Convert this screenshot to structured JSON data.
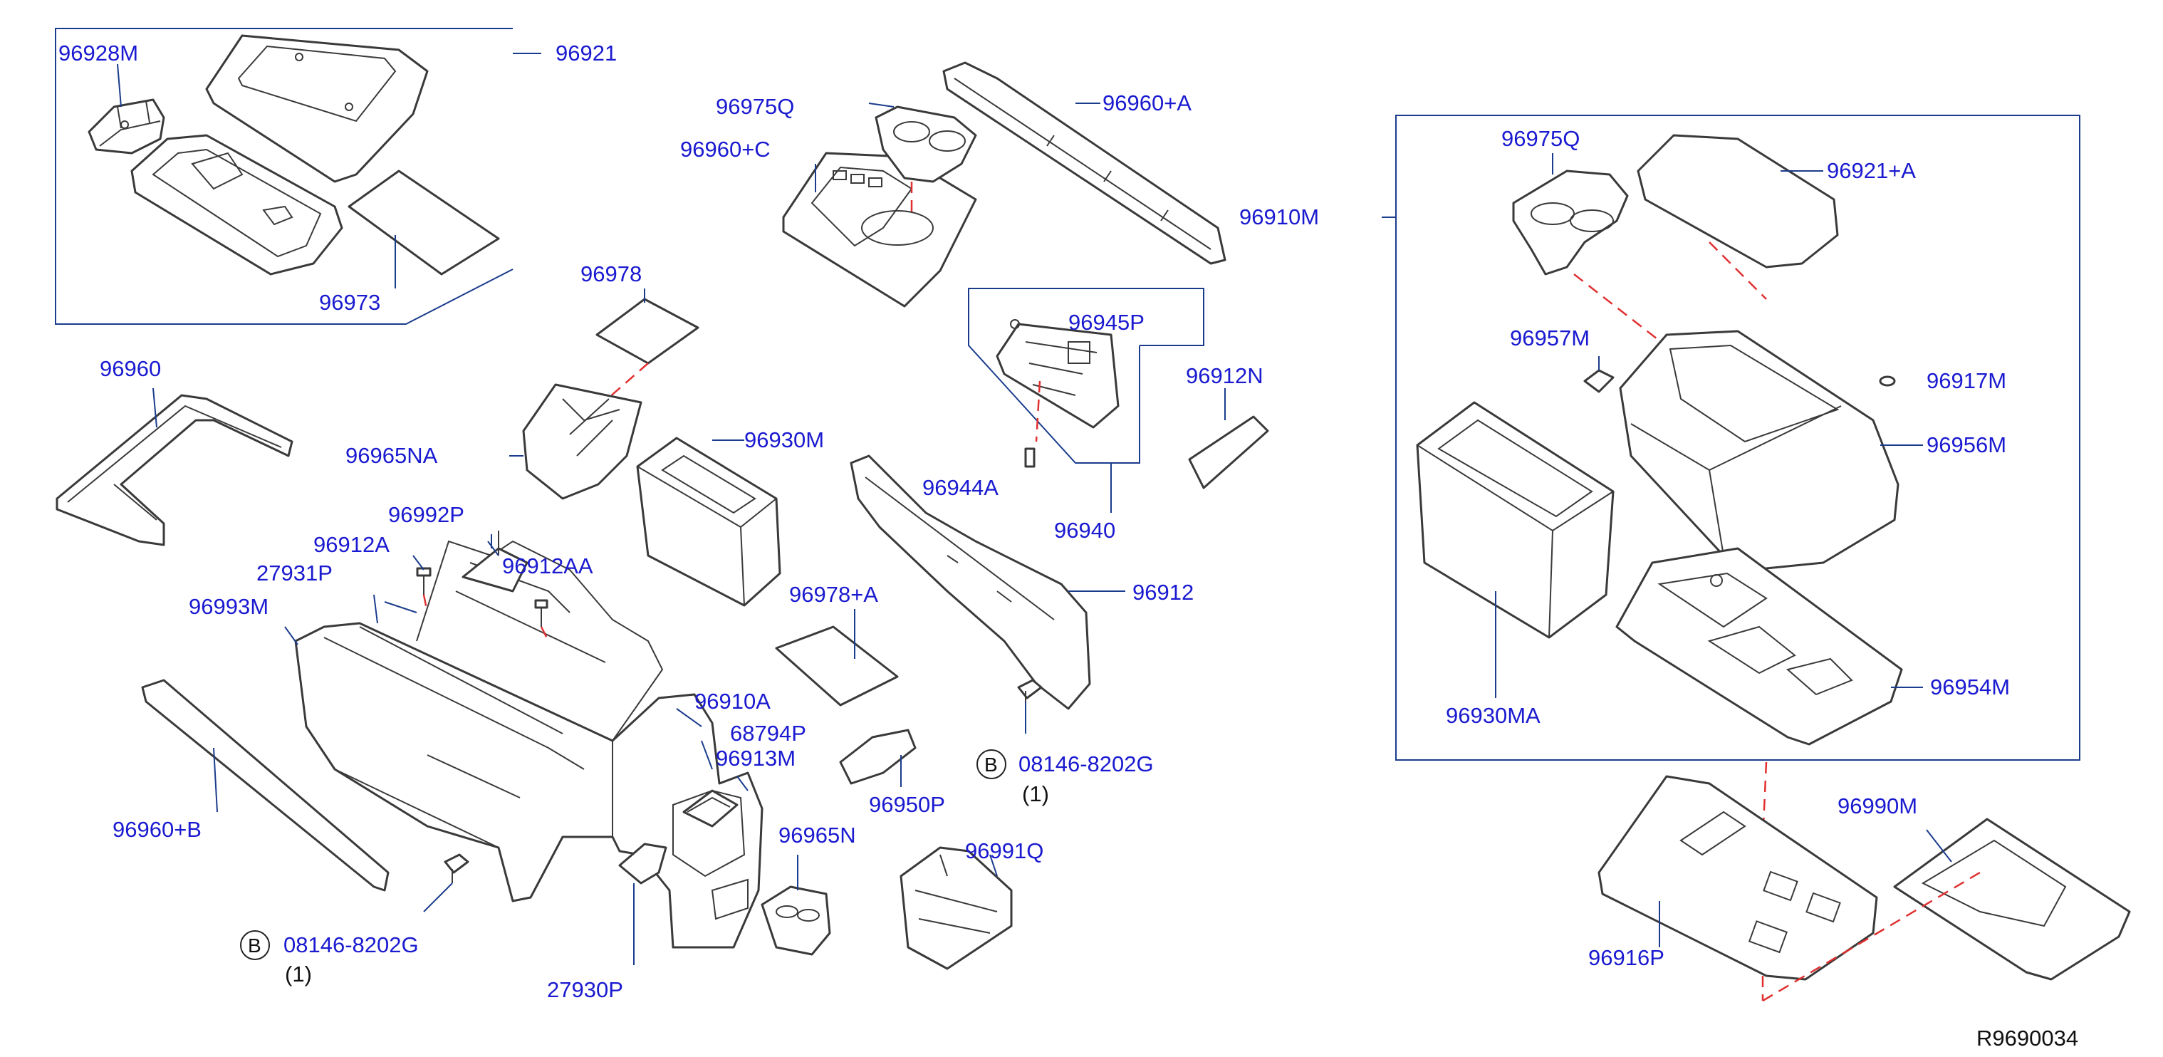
{
  "diagram_id": "R9690034",
  "labels": {
    "p96928M": "96928M",
    "p96921": "96921",
    "p96973": "96973",
    "p96975Q_a": "96975Q",
    "p96960C": "96960+C",
    "p96960A": "96960+A",
    "p96910M": "96910M",
    "p96978": "96978",
    "p96960": "96960",
    "p96965NA": "96965NA",
    "p96930M": "96930M",
    "p96945P": "96945P",
    "p96944A": "96944A",
    "p96940": "96940",
    "p96912N": "96912N",
    "p96992P": "96992P",
    "p96912A": "96912A",
    "p96912AA": "96912AA",
    "p27931P": "27931P",
    "p96993M": "96993M",
    "p96978A": "96978+A",
    "p96912": "96912",
    "p96910A": "96910A",
    "p68794P": "68794P",
    "p96913M": "96913M",
    "p08146_r": "08146-8202G",
    "p08146_r_qty": "(1)",
    "p96960B": "96960+B",
    "p96950P": "96950P",
    "p96965N": "96965N",
    "p96991Q": "96991Q",
    "p08146_l": "08146-8202G",
    "p08146_l_qty": "(1)",
    "p27930P": "27930P",
    "p96975Q_b": "96975Q",
    "p96921A": "96921+A",
    "p96957M": "96957M",
    "p96917M": "96917M",
    "p96956M": "96956M",
    "p96930MA": "96930MA",
    "p96954M": "96954M",
    "p96990M": "96990M",
    "p96916P": "96916P",
    "bolt_symbol_r": "B",
    "bolt_symbol_l": "B"
  }
}
